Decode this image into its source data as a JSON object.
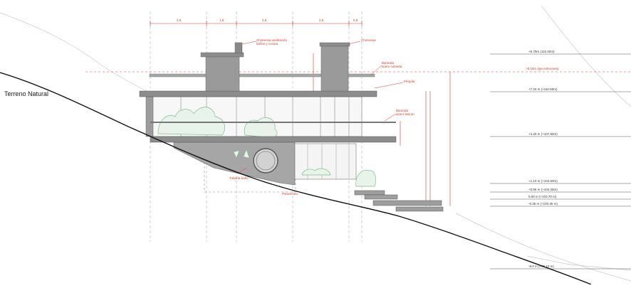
{
  "drawing": {
    "terrain_label": "Terreno Natural",
    "colors": {
      "dimension": "#d23a2a",
      "concrete": "#9a9a9a",
      "slab": "#8c8c8c",
      "vegetation": "#7fbf8a",
      "ground": "#111111"
    },
    "top_dimensions": [
      "2,5",
      "1,5",
      "2,5",
      "2,5",
      "0,9"
    ],
    "annotations": {
      "chimney_left": [
        "Chimenea ventilación",
        "baños y cocina"
      ],
      "chimney_right": "Chimenea",
      "railing": [
        "Baranda",
        "acero cubierta"
      ],
      "pergola": "Pérgola",
      "balcony": [
        "Baranda",
        "acero balcón"
      ],
      "bath": "Tubería baño",
      "wall_note": "Paramento",
      "axis_note": "+8,10m (eje estructura)"
    },
    "level_labels": [
      "+8.75m (115.40m)",
      "+7.20 m (+110.90m)",
      "+4.20 m (+107.80m)",
      "+1.10 m (+104.60m)",
      "+0.55 m (+104.25m)",
      "0.00 m (+103.70 m)",
      "-0.35 m (+103.35 m)",
      "-8.0 m (+96.10 m)"
    ]
  }
}
